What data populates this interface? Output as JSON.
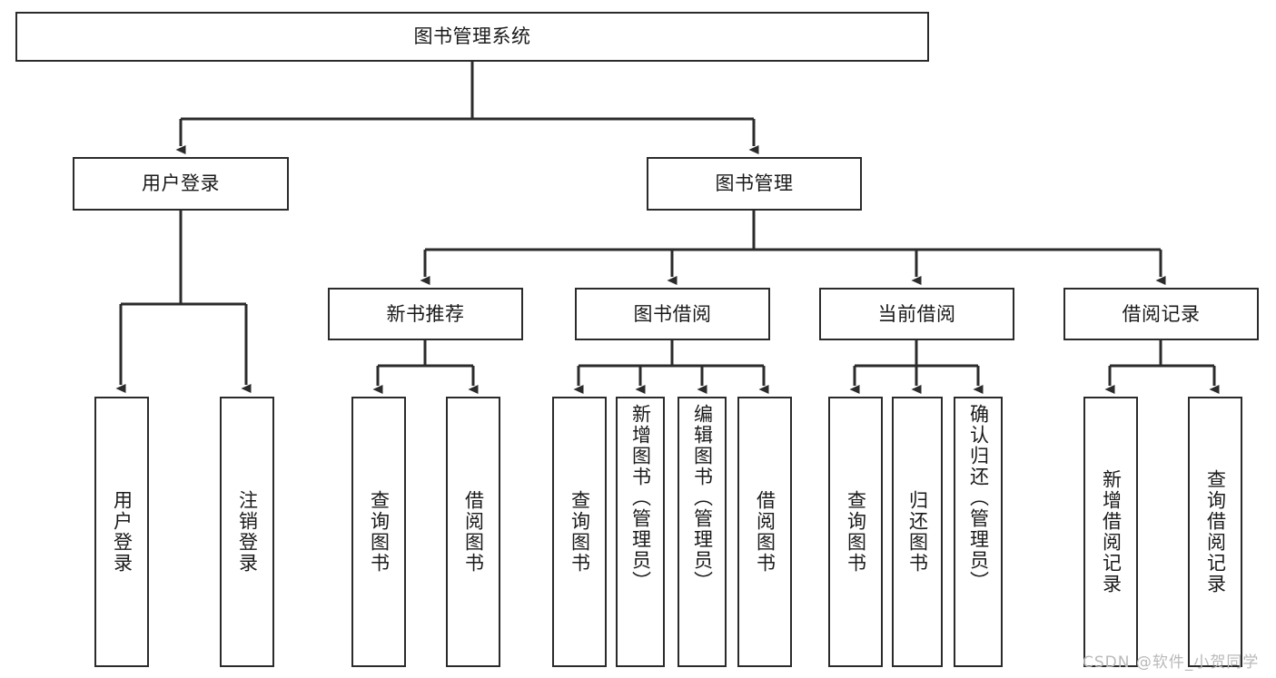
{
  "diagram": {
    "type": "hierarchy-tree",
    "title_node": {
      "label": "图书管理系统"
    },
    "level2": [
      {
        "label": "用户登录"
      },
      {
        "label": "图书管理"
      }
    ],
    "level3": [
      {
        "label": "新书推荐"
      },
      {
        "label": "图书借阅"
      },
      {
        "label": "当前借阅"
      },
      {
        "label": "借阅记录"
      }
    ],
    "leaves": {
      "user_login": [
        {
          "label": "用户登录"
        },
        {
          "label": "注销登录"
        }
      ],
      "new_book_recommend": [
        {
          "label": "查询图书"
        },
        {
          "label": "借阅图书"
        }
      ],
      "book_borrow": [
        {
          "label": "查询图书"
        },
        {
          "label": "新增图书（管理员）"
        },
        {
          "label": "编辑图书（管理员）"
        },
        {
          "label": "借阅图书"
        }
      ],
      "current_borrow": [
        {
          "label": "查询图书"
        },
        {
          "label": "归还图书"
        },
        {
          "label": "确认归还（管理员）"
        }
      ],
      "borrow_record": [
        {
          "label": "新增借阅记录"
        },
        {
          "label": "查询借阅记录"
        }
      ]
    }
  },
  "watermark": {
    "text": "CSDN @软件_小贺同学"
  },
  "colors": {
    "stroke": "#2b2b2b",
    "text": "#1a1a1a",
    "background": "#ffffff",
    "watermark": "#b9b9b9"
  }
}
